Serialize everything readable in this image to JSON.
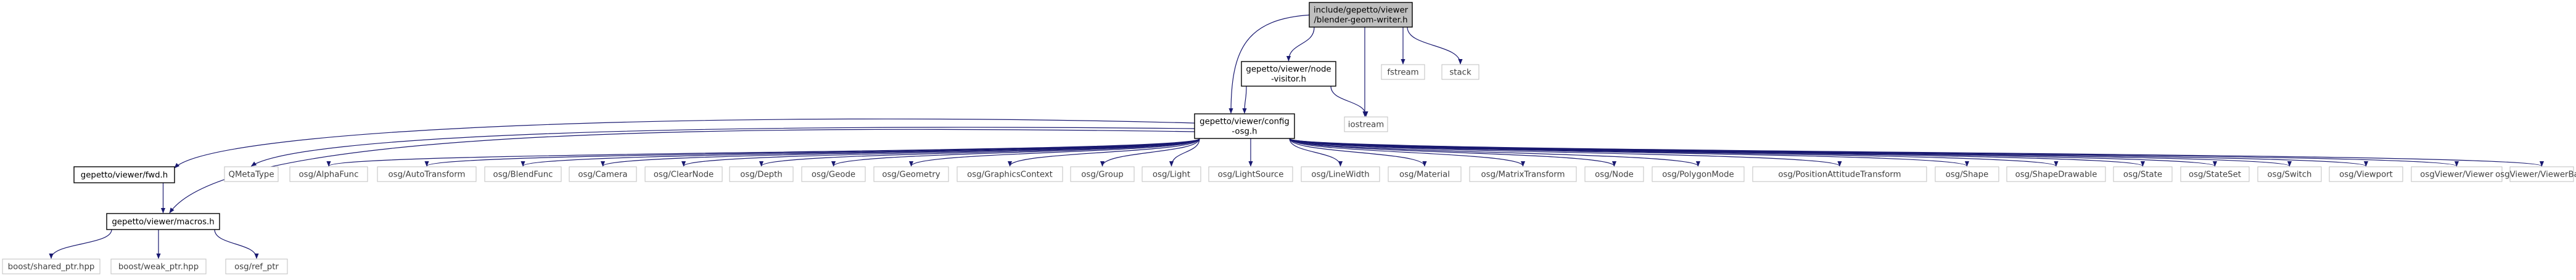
{
  "diagram": {
    "colors": {
      "edge": "#191970",
      "root_fill": "#bfbfbf",
      "box_border": "#000000",
      "external_border": "#bfbfbf",
      "background": "#ffffff"
    },
    "nodes": [
      {
        "id": "root",
        "kind": "root",
        "lines": [
          "include/gepetto/viewer",
          "/blender-geom-writer.h"
        ]
      },
      {
        "id": "node_visitor",
        "kind": "file",
        "lines": [
          "gepetto/viewer/node",
          "-visitor.h"
        ]
      },
      {
        "id": "fstream",
        "kind": "external",
        "lines": [
          "fstream"
        ]
      },
      {
        "id": "stack",
        "kind": "external",
        "lines": [
          "stack"
        ]
      },
      {
        "id": "config_osg",
        "kind": "file",
        "lines": [
          "gepetto/viewer/config",
          "-osg.h"
        ]
      },
      {
        "id": "iostream",
        "kind": "external",
        "lines": [
          "iostream"
        ]
      },
      {
        "id": "fwd",
        "kind": "file",
        "lines": [
          "gepetto/viewer/fwd.h"
        ]
      },
      {
        "id": "qmetatype",
        "kind": "external",
        "lines": [
          "QMetaType"
        ]
      },
      {
        "id": "osg_alphafunc",
        "kind": "external",
        "lines": [
          "osg/AlphaFunc"
        ]
      },
      {
        "id": "osg_autotransform",
        "kind": "external",
        "lines": [
          "osg/AutoTransform"
        ]
      },
      {
        "id": "osg_blendfunc",
        "kind": "external",
        "lines": [
          "osg/BlendFunc"
        ]
      },
      {
        "id": "osg_camera",
        "kind": "external",
        "lines": [
          "osg/Camera"
        ]
      },
      {
        "id": "osg_clearnode",
        "kind": "external",
        "lines": [
          "osg/ClearNode"
        ]
      },
      {
        "id": "osg_depth",
        "kind": "external",
        "lines": [
          "osg/Depth"
        ]
      },
      {
        "id": "osg_geode",
        "kind": "external",
        "lines": [
          "osg/Geode"
        ]
      },
      {
        "id": "osg_geometry",
        "kind": "external",
        "lines": [
          "osg/Geometry"
        ]
      },
      {
        "id": "osg_graphicscontext",
        "kind": "external",
        "lines": [
          "osg/GraphicsContext"
        ]
      },
      {
        "id": "osg_group",
        "kind": "external",
        "lines": [
          "osg/Group"
        ]
      },
      {
        "id": "osg_light",
        "kind": "external",
        "lines": [
          "osg/Light"
        ]
      },
      {
        "id": "osg_lightsource",
        "kind": "external",
        "lines": [
          "osg/LightSource"
        ]
      },
      {
        "id": "osg_linewidth",
        "kind": "external",
        "lines": [
          "osg/LineWidth"
        ]
      },
      {
        "id": "osg_material",
        "kind": "external",
        "lines": [
          "osg/Material"
        ]
      },
      {
        "id": "osg_matrixtransform",
        "kind": "external",
        "lines": [
          "osg/MatrixTransform"
        ]
      },
      {
        "id": "osg_node",
        "kind": "external",
        "lines": [
          "osg/Node"
        ]
      },
      {
        "id": "osg_polygonmode",
        "kind": "external",
        "lines": [
          "osg/PolygonMode"
        ]
      },
      {
        "id": "osg_pat",
        "kind": "external",
        "lines": [
          "osg/PositionAttitudeTransform"
        ]
      },
      {
        "id": "osg_shape",
        "kind": "external",
        "lines": [
          "osg/Shape"
        ]
      },
      {
        "id": "osg_shapedrawable",
        "kind": "external",
        "lines": [
          "osg/ShapeDrawable"
        ]
      },
      {
        "id": "osg_state",
        "kind": "external",
        "lines": [
          "osg/State"
        ]
      },
      {
        "id": "osg_stateset",
        "kind": "external",
        "lines": [
          "osg/StateSet"
        ]
      },
      {
        "id": "osg_switch",
        "kind": "external",
        "lines": [
          "osg/Switch"
        ]
      },
      {
        "id": "osg_viewport",
        "kind": "external",
        "lines": [
          "osg/Viewport"
        ]
      },
      {
        "id": "osgviewer_viewer",
        "kind": "external",
        "lines": [
          "osgViewer/Viewer"
        ]
      },
      {
        "id": "osgviewer_viewerbase",
        "kind": "external",
        "lines": [
          "osgViewer/ViewerBase"
        ]
      },
      {
        "id": "macros",
        "kind": "file",
        "lines": [
          "gepetto/viewer/macros.h"
        ]
      },
      {
        "id": "boost_shared_ptr",
        "kind": "external",
        "lines": [
          "boost/shared_ptr.hpp"
        ]
      },
      {
        "id": "boost_weak_ptr",
        "kind": "external",
        "lines": [
          "boost/weak_ptr.hpp"
        ]
      },
      {
        "id": "osg_ref_ptr",
        "kind": "external",
        "lines": [
          "osg/ref_ptr"
        ]
      }
    ],
    "edges": [
      [
        "root",
        "node_visitor"
      ],
      [
        "root",
        "fstream"
      ],
      [
        "root",
        "stack"
      ],
      [
        "root",
        "config_osg"
      ],
      [
        "root",
        "iostream"
      ],
      [
        "node_visitor",
        "config_osg"
      ],
      [
        "node_visitor",
        "iostream"
      ],
      [
        "config_osg",
        "fwd"
      ],
      [
        "config_osg",
        "qmetatype"
      ],
      [
        "config_osg",
        "osg_alphafunc"
      ],
      [
        "config_osg",
        "osg_autotransform"
      ],
      [
        "config_osg",
        "osg_blendfunc"
      ],
      [
        "config_osg",
        "osg_camera"
      ],
      [
        "config_osg",
        "osg_clearnode"
      ],
      [
        "config_osg",
        "osg_depth"
      ],
      [
        "config_osg",
        "osg_geode"
      ],
      [
        "config_osg",
        "osg_geometry"
      ],
      [
        "config_osg",
        "osg_graphicscontext"
      ],
      [
        "config_osg",
        "osg_group"
      ],
      [
        "config_osg",
        "osg_light"
      ],
      [
        "config_osg",
        "osg_lightsource"
      ],
      [
        "config_osg",
        "osg_linewidth"
      ],
      [
        "config_osg",
        "osg_material"
      ],
      [
        "config_osg",
        "osg_matrixtransform"
      ],
      [
        "config_osg",
        "osg_node"
      ],
      [
        "config_osg",
        "osg_polygonmode"
      ],
      [
        "config_osg",
        "osg_pat"
      ],
      [
        "config_osg",
        "osg_shape"
      ],
      [
        "config_osg",
        "osg_shapedrawable"
      ],
      [
        "config_osg",
        "osg_state"
      ],
      [
        "config_osg",
        "osg_stateset"
      ],
      [
        "config_osg",
        "osg_switch"
      ],
      [
        "config_osg",
        "osg_viewport"
      ],
      [
        "config_osg",
        "osgviewer_viewer"
      ],
      [
        "config_osg",
        "osgviewer_viewerbase"
      ],
      [
        "config_osg",
        "macros"
      ],
      [
        "fwd",
        "macros"
      ],
      [
        "macros",
        "boost_shared_ptr"
      ],
      [
        "macros",
        "boost_weak_ptr"
      ],
      [
        "macros",
        "osg_ref_ptr"
      ]
    ]
  }
}
